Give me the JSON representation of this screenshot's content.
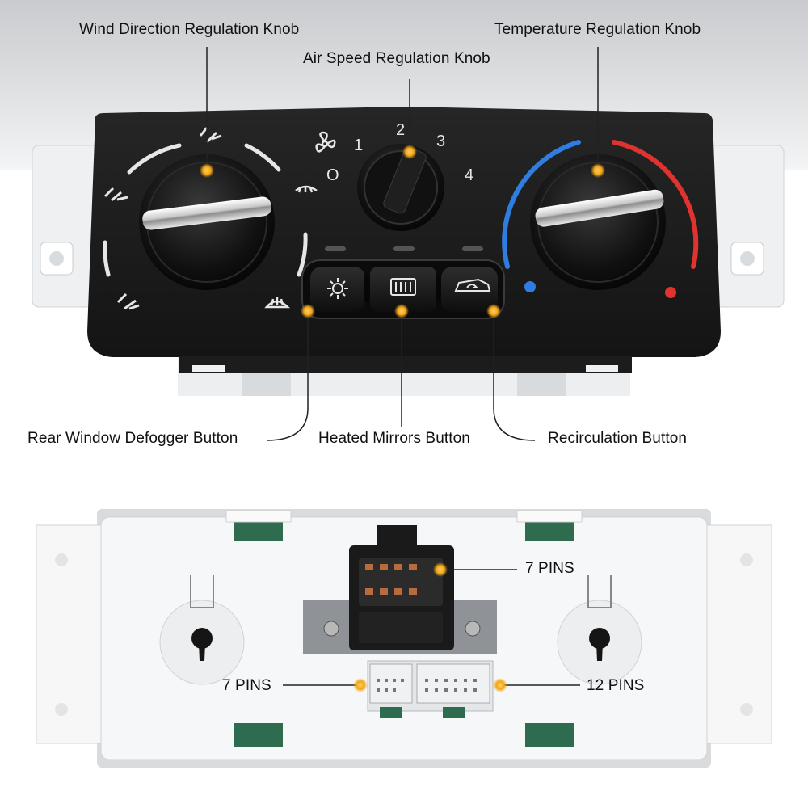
{
  "labels": {
    "wind_direction": "Wind Direction Regulation Knob",
    "air_speed": "Air Speed Regulation Knob",
    "temperature": "Temperature Regulation Knob",
    "rear_defogger": "Rear Window Defogger Button",
    "heated_mirrors": "Heated Mirrors Button",
    "recirculation": "Recirculation Button",
    "pins_connector_top": "7 PINS",
    "pins_left": "7 PINS",
    "pins_right": "12 PINS"
  },
  "fan_dial": {
    "speeds": [
      "1",
      "2",
      "3",
      "4"
    ],
    "off_mark": "O"
  },
  "colors": {
    "cold": "#2f7de0",
    "hot": "#e0332f",
    "marker": "#f2a516",
    "panel": "#1b1b1b"
  },
  "icons": [
    "fan-icon",
    "ac-snowflake-icon",
    "rear-defrost-icon",
    "recirculation-car-icon",
    "windshield-defrost-icon",
    "vent-face-icon",
    "vent-feet-icon",
    "vent-floor-icon",
    "vent-bilevel-icon"
  ]
}
